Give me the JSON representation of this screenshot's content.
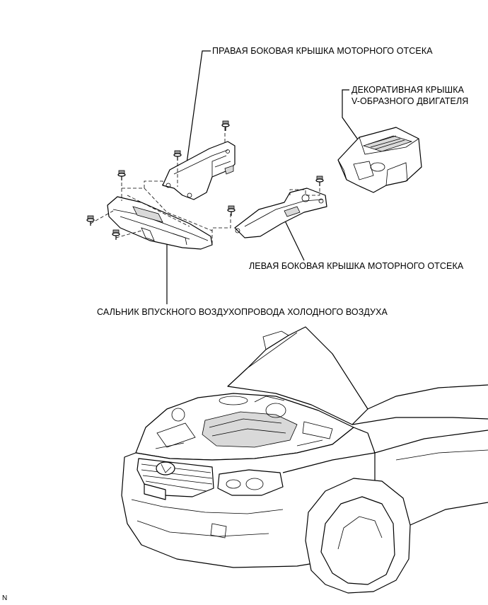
{
  "callouts": {
    "right_cover": "ПРАВАЯ БОКОВАЯ КРЫШКА МОТОРНОГО ОТСЕКА",
    "deco_cover_line1": "ДЕКОРАТИВНАЯ КРЫШКА",
    "deco_cover_line2": "V-ОБРАЗНОГО ДВИГАТЕЛЯ",
    "left_cover": "ЛЕВАЯ БОКОВАЯ КРЫШКА МОТОРНОГО ОТСЕКА",
    "intake_seal": "САЛЬНИК ВПУСКНОГО ВОЗДУХОПРОВОДА ХОЛОДНОГО ВОЗДУХА"
  },
  "corner_mark": "N"
}
